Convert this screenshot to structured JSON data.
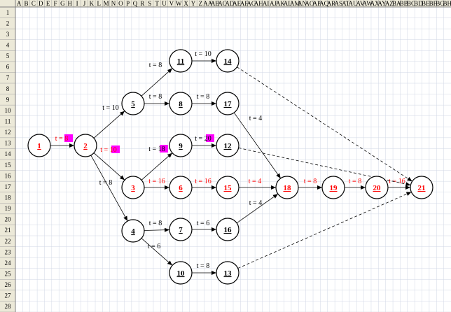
{
  "spreadsheet": {
    "column_headers": [
      "A",
      "B",
      "C",
      "D",
      "E",
      "F",
      "G",
      "H",
      "I",
      "J",
      "K",
      "L",
      "M",
      "N",
      "O",
      "P",
      "Q",
      "R",
      "S",
      "T",
      "U",
      "V",
      "W",
      "X",
      "Y",
      "Z",
      "AA",
      "AB",
      "AC",
      "AD",
      "AE",
      "AF",
      "AG",
      "AH",
      "AI",
      "AJ",
      "AK",
      "AL",
      "AM",
      "AN",
      "AO",
      "AP",
      "AQ",
      "AR",
      "AS",
      "AT",
      "AU",
      "AV",
      "AW",
      "AX",
      "AY",
      "AZ",
      "BA",
      "BB",
      "BC",
      "BD",
      "BE",
      "BF",
      "BG",
      "BH"
    ],
    "row_headers": [
      "1",
      "2",
      "3",
      "4",
      "5",
      "6",
      "7",
      "8",
      "9",
      "10",
      "11",
      "12",
      "13",
      "14",
      "15",
      "16",
      "17",
      "18",
      "19",
      "20",
      "21",
      "22",
      "23",
      "24",
      "25",
      "26",
      "27",
      "28"
    ]
  },
  "colors": {
    "critical": "#ff0000",
    "normal": "#000000",
    "highlight": "#ff00ff",
    "header_bg": "#ece9d8",
    "grid": "#d0d7e5"
  },
  "network": {
    "nodes": [
      {
        "id": "1",
        "label": "1",
        "critical": true
      },
      {
        "id": "2",
        "label": "2",
        "critical": true
      },
      {
        "id": "3",
        "label": "3",
        "critical": true
      },
      {
        "id": "4",
        "label": "4",
        "critical": false
      },
      {
        "id": "5",
        "label": "5",
        "critical": false
      },
      {
        "id": "6",
        "label": "6",
        "critical": true
      },
      {
        "id": "7",
        "label": "7",
        "critical": false
      },
      {
        "id": "8",
        "label": "8",
        "critical": false
      },
      {
        "id": "9",
        "label": "9",
        "critical": false
      },
      {
        "id": "10",
        "label": "10",
        "critical": false
      },
      {
        "id": "11",
        "label": "11",
        "critical": false
      },
      {
        "id": "12",
        "label": "12",
        "critical": false
      },
      {
        "id": "13",
        "label": "13",
        "critical": false
      },
      {
        "id": "14",
        "label": "14",
        "critical": false
      },
      {
        "id": "15",
        "label": "15",
        "critical": true
      },
      {
        "id": "16",
        "label": "16",
        "critical": false
      },
      {
        "id": "17",
        "label": "17",
        "critical": false
      },
      {
        "id": "18",
        "label": "18",
        "critical": true
      },
      {
        "id": "19",
        "label": "19",
        "critical": true
      },
      {
        "id": "20",
        "label": "20",
        "critical": true
      },
      {
        "id": "21",
        "label": "21",
        "critical": true
      }
    ],
    "edges": [
      {
        "from": "1",
        "to": "2",
        "label": "t = 8",
        "critical": true,
        "highlight": true,
        "dashed": false
      },
      {
        "from": "2",
        "to": "5",
        "label": "t = 10",
        "critical": false,
        "highlight": false,
        "dashed": false
      },
      {
        "from": "2",
        "to": "3",
        "label": "t = 10",
        "critical": true,
        "highlight": true,
        "dashed": false
      },
      {
        "from": "2",
        "to": "4",
        "label": "t = 8",
        "critical": false,
        "highlight": false,
        "dashed": false
      },
      {
        "from": "5",
        "to": "11",
        "label": "t = 8",
        "critical": false,
        "highlight": false,
        "dashed": false
      },
      {
        "from": "5",
        "to": "8",
        "label": "t = 8",
        "critical": false,
        "highlight": false,
        "dashed": false
      },
      {
        "from": "11",
        "to": "14",
        "label": "t = 10",
        "critical": false,
        "highlight": false,
        "dashed": false
      },
      {
        "from": "8",
        "to": "17",
        "label": "t = 8",
        "critical": false,
        "highlight": false,
        "dashed": false
      },
      {
        "from": "3",
        "to": "9",
        "label": "t = 18",
        "critical": false,
        "highlight": true,
        "dashed": false
      },
      {
        "from": "9",
        "to": "12",
        "label": "t = 20",
        "critical": false,
        "highlight": true,
        "dashed": false
      },
      {
        "from": "3",
        "to": "6",
        "label": "t = 16",
        "critical": true,
        "highlight": false,
        "dashed": false
      },
      {
        "from": "6",
        "to": "15",
        "label": "t = 16",
        "critical": true,
        "highlight": false,
        "dashed": false
      },
      {
        "from": "15",
        "to": "18",
        "label": "t = 4",
        "critical": true,
        "highlight": false,
        "dashed": false
      },
      {
        "from": "17",
        "to": "18",
        "label": "t = 4",
        "critical": false,
        "highlight": false,
        "dashed": false
      },
      {
        "from": "16",
        "to": "18",
        "label": "t = 4",
        "critical": false,
        "highlight": false,
        "dashed": false
      },
      {
        "from": "4",
        "to": "7",
        "label": "t = 8",
        "critical": false,
        "highlight": false,
        "dashed": false
      },
      {
        "from": "7",
        "to": "16",
        "label": "t = 6",
        "critical": false,
        "highlight": false,
        "dashed": false
      },
      {
        "from": "4",
        "to": "10",
        "label": "t = 6",
        "critical": false,
        "highlight": false,
        "dashed": false
      },
      {
        "from": "10",
        "to": "13",
        "label": "t = 8",
        "critical": false,
        "highlight": false,
        "dashed": false
      },
      {
        "from": "18",
        "to": "19",
        "label": "t = 8",
        "critical": true,
        "highlight": false,
        "dashed": false
      },
      {
        "from": "19",
        "to": "20",
        "label": "t = 8",
        "critical": true,
        "highlight": false,
        "dashed": false
      },
      {
        "from": "20",
        "to": "21",
        "label": "t = 16",
        "critical": true,
        "highlight": false,
        "dashed": false
      },
      {
        "from": "14",
        "to": "21",
        "label": "",
        "critical": false,
        "highlight": false,
        "dashed": true
      },
      {
        "from": "12",
        "to": "21",
        "label": "",
        "critical": false,
        "highlight": false,
        "dashed": true
      },
      {
        "from": "13",
        "to": "21",
        "label": "",
        "critical": false,
        "highlight": false,
        "dashed": true
      }
    ]
  }
}
